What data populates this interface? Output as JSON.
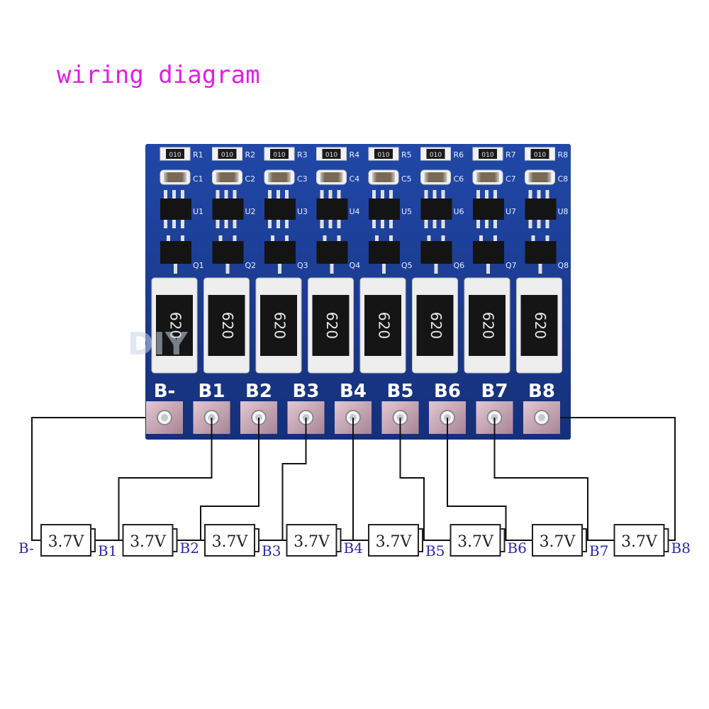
{
  "title": "wiring diagram",
  "board": {
    "channels": [
      "R1",
      "R2",
      "R3",
      "R4",
      "R5",
      "R6",
      "R7",
      "R8"
    ],
    "resistor_small_code": "010",
    "capacitors": [
      "C1",
      "C2",
      "C3",
      "C4",
      "C5",
      "C6",
      "C7",
      "C8"
    ],
    "ics": [
      "U1",
      "U2",
      "U3",
      "U4",
      "U5",
      "U6",
      "U7",
      "U8"
    ],
    "transistors": [
      "Q1",
      "Q2",
      "Q3",
      "Q4",
      "Q5",
      "Q6",
      "Q7",
      "Q8"
    ],
    "shunt_codes": [
      "620",
      "620",
      "620",
      "620",
      "620",
      "620",
      "620",
      "620"
    ],
    "pad_labels": [
      "B-",
      "B1",
      "B2",
      "B3",
      "B4",
      "B5",
      "B6",
      "B7",
      "B8"
    ],
    "watermark": "DIY"
  },
  "cells": {
    "voltage_labels": [
      "3.7V",
      "3.7V",
      "3.7V",
      "3.7V",
      "3.7V",
      "3.7V",
      "3.7V",
      "3.7V"
    ],
    "node_labels": [
      "B-",
      "B1",
      "B2",
      "B3",
      "B4",
      "B5",
      "B6",
      "B7",
      "B8"
    ]
  },
  "colors": {
    "title": "#e020e0",
    "pcb": "#1d3f9a",
    "pad": "#c8a6b6",
    "wire": "#111111",
    "node_label": "#2a2aa8"
  }
}
